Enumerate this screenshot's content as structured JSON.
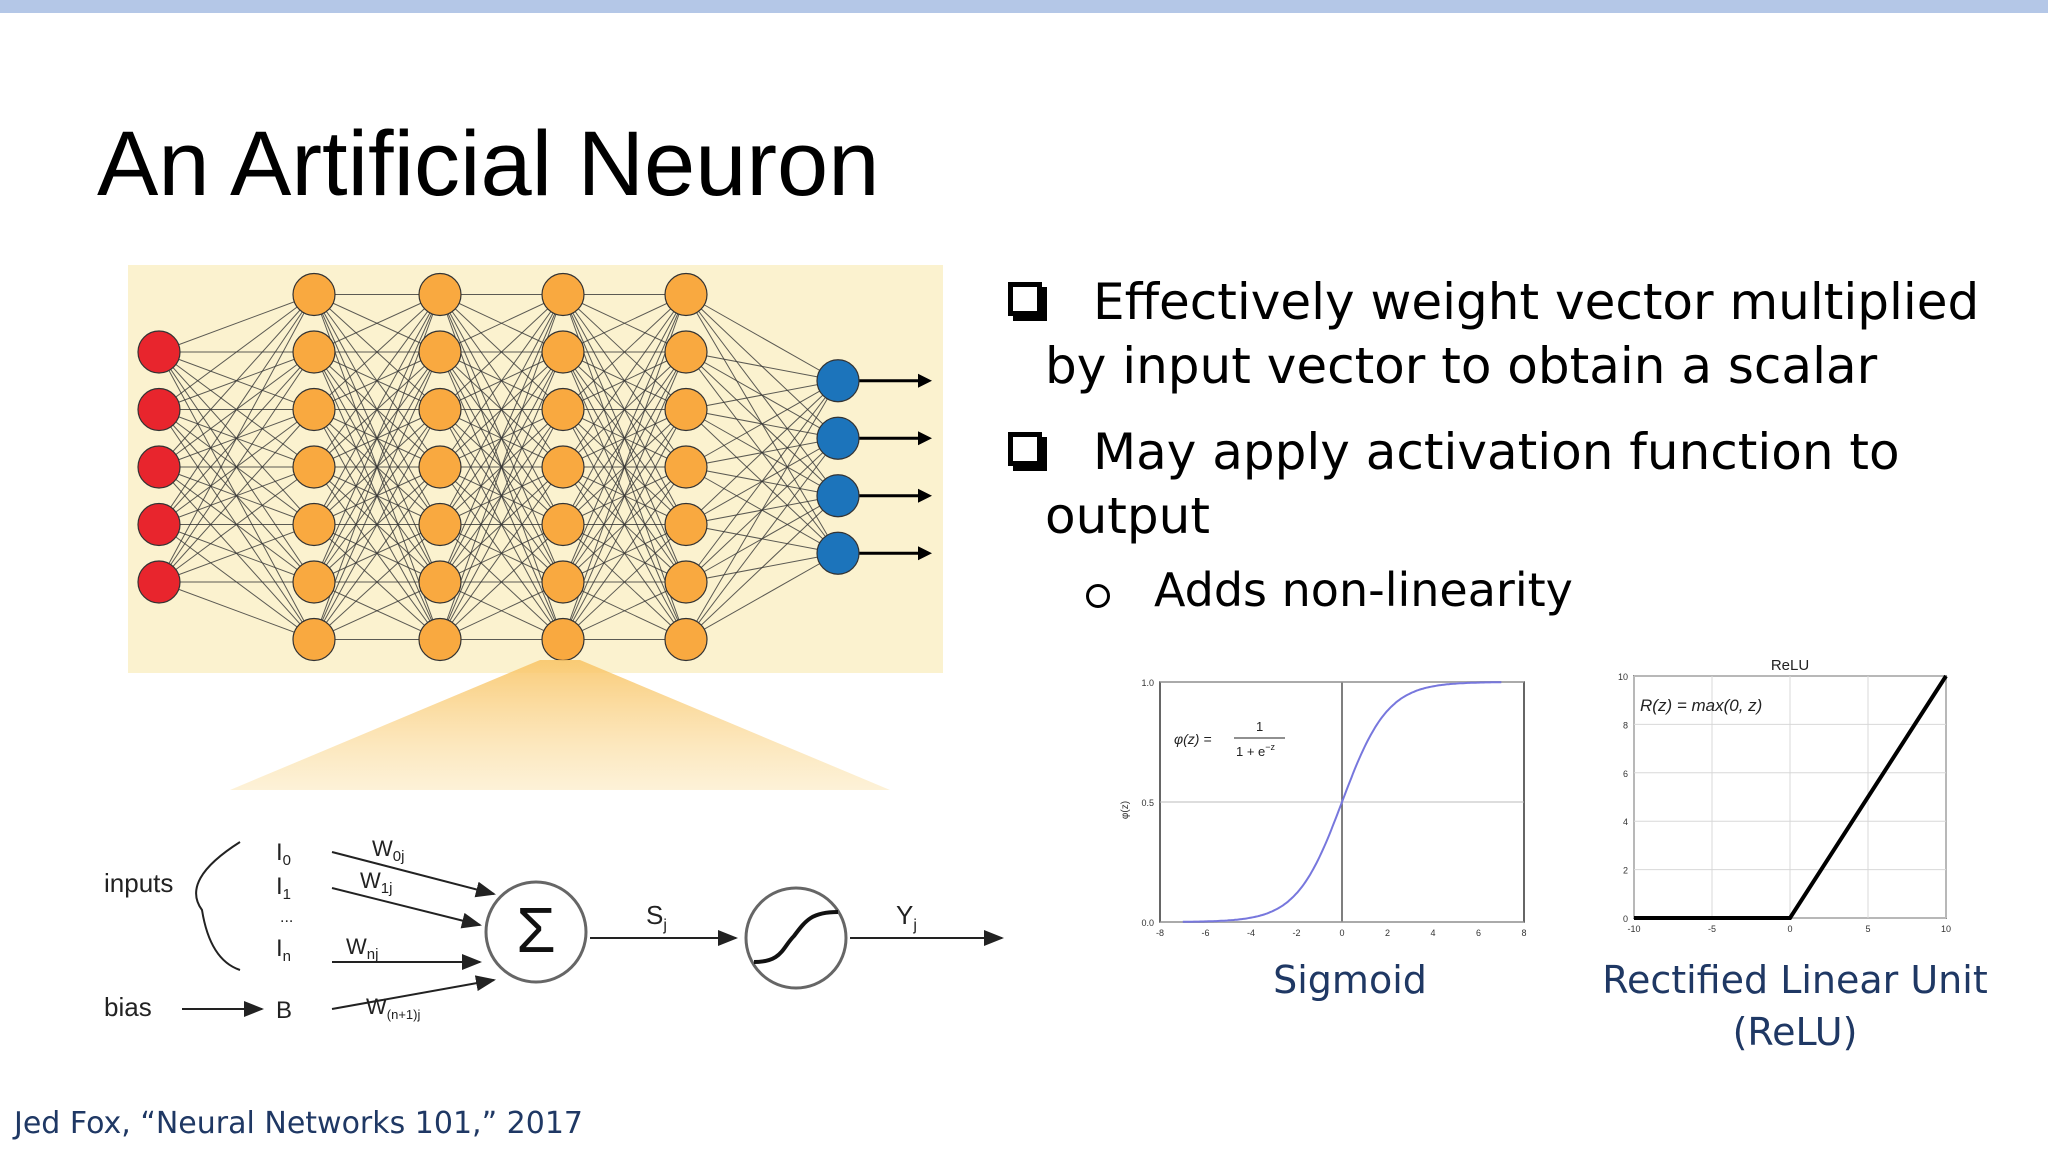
{
  "slide": {
    "title": "An Artificial Neuron",
    "footer": "Jed Fox, “Neural Networks 101,” 2017"
  },
  "bullets": [
    {
      "text": "Effectively weight vector multiplied by input vector to obtain a scalar"
    },
    {
      "text": "May apply activation function to output"
    }
  ],
  "sub_bullets": [
    {
      "text": "Adds non-linearity"
    }
  ],
  "network": {
    "layer_sizes": [
      5,
      7,
      7,
      7,
      7,
      4
    ],
    "colors": {
      "input": "#e8252d",
      "hidden": "#f9a940",
      "output": "#1c74bb",
      "background": "#fbf2cf"
    }
  },
  "neuron": {
    "inputs_label": "inputs",
    "bias_label": "bias",
    "i0": "I",
    "i0_sub": "0",
    "i1": "I",
    "i1_sub": "1",
    "dots": "...",
    "in": "I",
    "in_sub": "n",
    "b": "B",
    "w0": "W",
    "w0_sub": "0j",
    "w1": "W",
    "w1_sub": "1j",
    "wn": "W",
    "wn_sub": "nj",
    "wb": "W",
    "wb_sub": "(n+1)j",
    "sum_symbol": "Σ",
    "s": "S",
    "s_sub": "j",
    "y": "Y",
    "y_sub": "j"
  },
  "chart_data": [
    {
      "type": "line",
      "title": "",
      "caption": "Sigmoid",
      "ylabel": "φ(z)",
      "formula": "φ(z) =",
      "formula_num": "1",
      "formula_den": "1 + e",
      "formula_exp": "−z",
      "xlim": [
        -8,
        8
      ],
      "ylim": [
        0,
        1
      ],
      "xticks": [
        -8,
        -6,
        -4,
        -2,
        0,
        2,
        4,
        6,
        8
      ],
      "yticks": [
        0.0,
        0.5,
        1.0
      ],
      "ytick_labels": [
        "0.0",
        "0.5",
        "1.0"
      ],
      "series": [
        {
          "color": "#7777dd",
          "x": [
            -7,
            -6,
            -5,
            -4,
            -3,
            -2,
            -1,
            0,
            1,
            2,
            3,
            4,
            5,
            6,
            7
          ],
          "y": [
            0.0009,
            0.0025,
            0.0067,
            0.018,
            0.047,
            0.119,
            0.269,
            0.5,
            0.731,
            0.881,
            0.953,
            0.982,
            0.993,
            0.9975,
            0.9991
          ]
        }
      ]
    },
    {
      "type": "line",
      "title": "ReLU",
      "caption": "Rectified Linear Unit (ReLU)",
      "formula": "R(z) = max(0,  z)",
      "xlim": [
        -10,
        10
      ],
      "ylim": [
        0,
        10
      ],
      "xticks": [
        -10,
        -5,
        0,
        5,
        10
      ],
      "yticks": [
        0,
        2,
        4,
        6,
        8,
        10
      ],
      "series": [
        {
          "color": "#000000",
          "x": [
            -10,
            0,
            10
          ],
          "y": [
            0,
            0,
            10
          ]
        }
      ]
    }
  ]
}
